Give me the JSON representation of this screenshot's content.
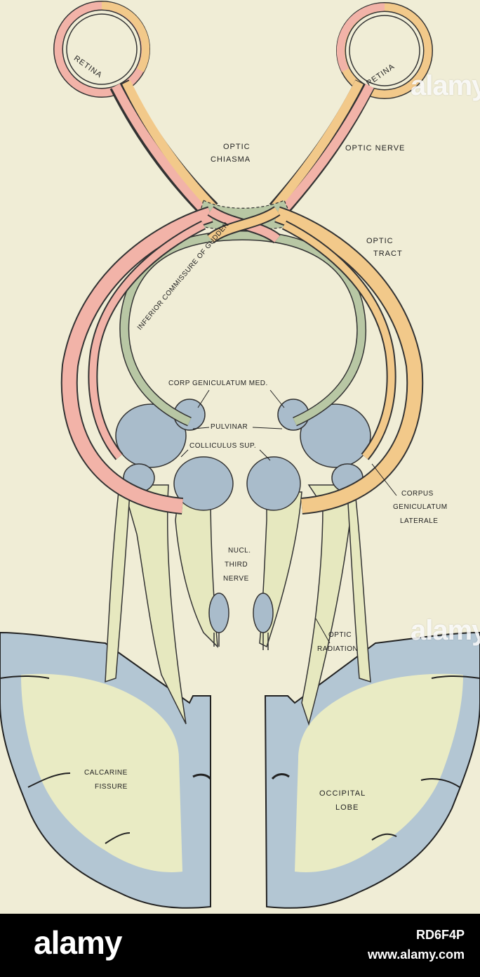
{
  "labels": {
    "retina_left": "RETINA",
    "retina_right": "RETINA",
    "optic_chiasma_1": "OPTIC",
    "optic_chiasma_2": "CHIASMA",
    "optic_nerve": "OPTIC NERVE",
    "optic_tract_1": "OPTIC",
    "optic_tract_2": "TRACT",
    "inferior_commissure": "INFERIOR COMMISSURE OF GUDDEN",
    "corp_geniculatum_med": "CORP GENICULATUM MED.",
    "pulvinar": "PULVINAR",
    "colliculus_sup": "COLLICULUS SUP.",
    "corpus_geniculatum_1": "CORPUS",
    "corpus_geniculatum_2": "GENICULATUM",
    "corpus_geniculatum_3": "LATERALE",
    "nucl_third_1": "NUCL.",
    "nucl_third_2": "THIRD",
    "nucl_third_3": "NERVE",
    "optic_radiation_1": "OPTIC",
    "optic_radiation_2": "RADIATION",
    "calcarine_1": "CALCARINE",
    "calcarine_2": "FISSURE",
    "occipital_1": "OCCIPITAL",
    "occipital_2": "LOBE"
  },
  "watermarks": {
    "top": "alamy",
    "middle": "alamy"
  },
  "footer": {
    "brand": "alamy",
    "stock_id": "RD6F4P",
    "site": "www.alamy.com"
  },
  "colors": {
    "paper": "#f0edd6",
    "nasal_fibers_pink": "#f2b3a8",
    "temporal_fibers_orange": "#f2c98a",
    "commissure_green": "#b8c7a4",
    "nuclei_blue": "#a9bccb",
    "radiation_cream": "#e6e8bf",
    "cortex_blue": "#b3c6d3"
  }
}
